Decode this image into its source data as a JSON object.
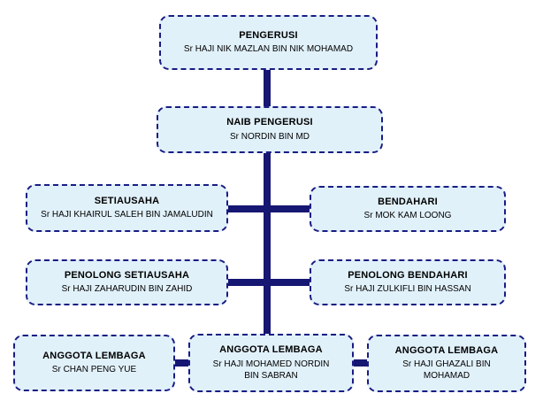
{
  "diagram": {
    "type": "org-chart",
    "colors": {
      "box_fill": "#E1F1FA",
      "box_border": "#1B1B83",
      "connector": "#161673",
      "text": "#000000",
      "background": "#FFFFFF"
    },
    "nodes": [
      {
        "id": "pengerusi",
        "title": "PENGERUSI",
        "name": "Sr HAJI NIK MAZLAN BIN NIK MOHAMAD"
      },
      {
        "id": "naib-pengerusi",
        "title": "NAIB PENGERUSI",
        "name": "Sr NORDIN BIN MD"
      },
      {
        "id": "setiausaha",
        "title": "SETIAUSAHA",
        "name": "Sr HAJI KHAIRUL SALEH BIN JAMALUDIN"
      },
      {
        "id": "bendahari",
        "title": "BENDAHARI",
        "name": "Sr MOK KAM LOONG"
      },
      {
        "id": "penolong-setiausaha",
        "title": "PENOLONG SETIAUSAHA",
        "name": "Sr HAJI ZAHARUDIN BIN ZAHID"
      },
      {
        "id": "penolong-bendahari",
        "title": "PENOLONG BENDAHARI",
        "name": "Sr HAJI ZULKIFLI BIN HASSAN"
      },
      {
        "id": "anggota-lembaga-1",
        "title": "ANGGOTA LEMBAGA",
        "name": "Sr CHAN PENG YUE"
      },
      {
        "id": "anggota-lembaga-2",
        "title": "ANGGOTA LEMBAGA",
        "name": "Sr HAJI MOHAMED NORDIN\nBIN SABRAN"
      },
      {
        "id": "anggota-lembaga-3",
        "title": "ANGGOTA LEMBAGA",
        "name": "Sr HAJI GHAZALI BIN\nMOHAMAD"
      }
    ],
    "edges": [
      {
        "from": "pengerusi",
        "to": "naib-pengerusi"
      },
      {
        "from": "naib-pengerusi",
        "to": "setiausaha"
      },
      {
        "from": "naib-pengerusi",
        "to": "bendahari"
      },
      {
        "from": "naib-pengerusi",
        "to": "penolong-setiausaha"
      },
      {
        "from": "naib-pengerusi",
        "to": "penolong-bendahari"
      },
      {
        "from": "naib-pengerusi",
        "to": "anggota-lembaga-2"
      },
      {
        "from": "anggota-lembaga-2",
        "to": "anggota-lembaga-1"
      },
      {
        "from": "anggota-lembaga-2",
        "to": "anggota-lembaga-3"
      }
    ]
  }
}
